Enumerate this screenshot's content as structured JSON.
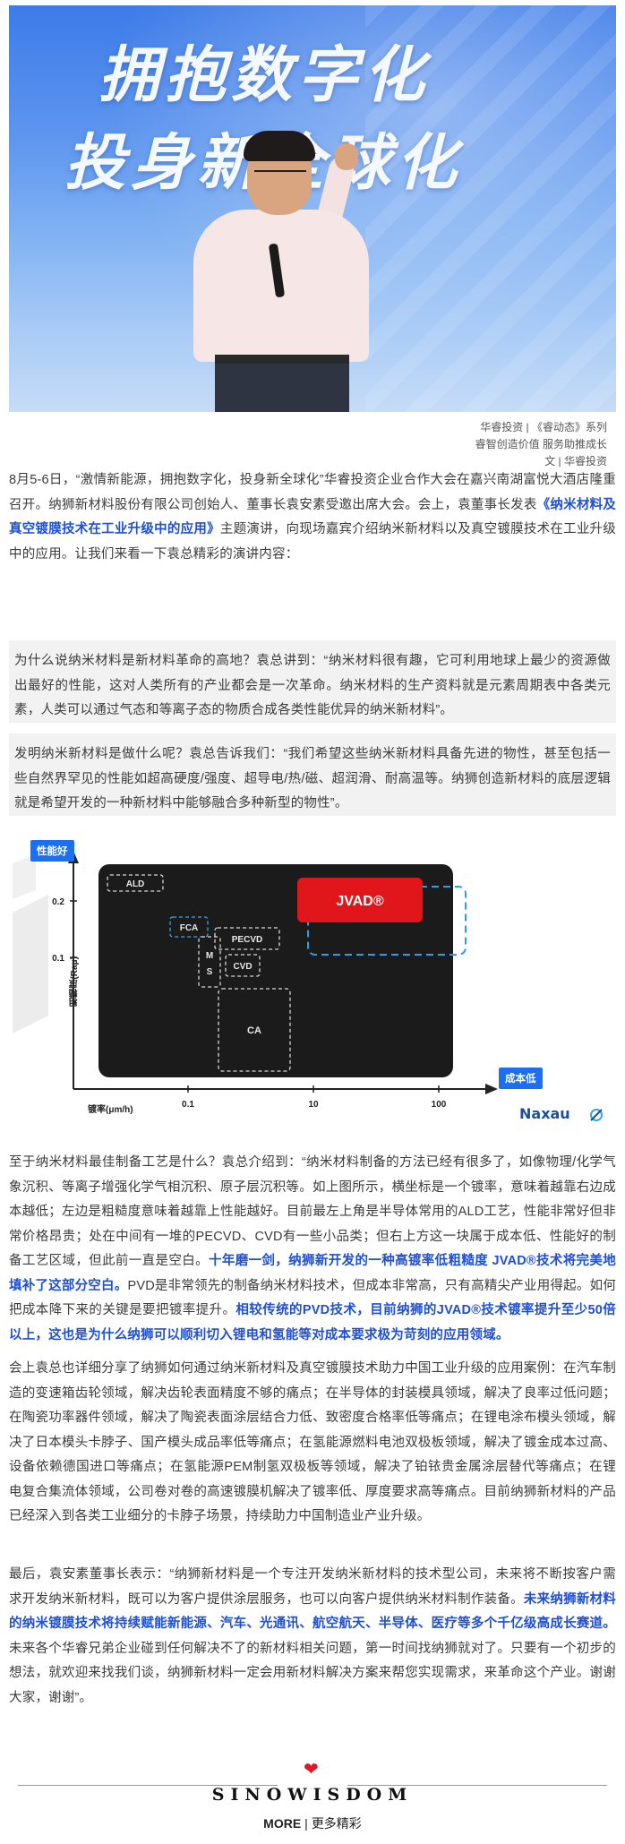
{
  "hero": {
    "line1": "拥抱数字化",
    "line2": "投身新全球化"
  },
  "caption": {
    "line1": "华睿投资 | 《睿动态》系列",
    "line2": "睿智创造价值 服务助推成长",
    "line3": "文 | 华睿投资"
  },
  "intro": {
    "part1": "8月5-6日，“激情新能源，拥抱数字化，投身新全球化”华睿投资企业合作大会在嘉兴南湖富悦大酒店隆重召开。纳狮新材料股份有限公司创始人、董事长袁安素受邀出席大会。会上，袁董事长发表",
    "title_link": "《纳米材料及真空镀膜技术在工业升级中的应用》",
    "part2": "主题演讲，向现场嘉宾介绍纳米新材料以及真空镀膜技术在工业升级中的应用。让我们来看一下袁总精彩的演讲内容："
  },
  "quote1": "为什么说纳米材料是新材料革命的高地？袁总讲到：“纳米材料很有趣，它可利用地球上最少的资源做出最好的性能，这对人类所有的产业都会是一次革命。纳米材料的生产资料就是元素周期表中各类元素，人类可以通过气态和等离子态的物质合成各类性能优异的纳米新材料”。",
  "quote2": "发明纳米新材料是做什么呢？袁总告诉我们：“我们希望这些纳米新材料具备先进的物性，甚至包括一些自然界罕见的性能如超高硬度/强度、超导电/热/磁、超润滑、耐高温等。纳狮创造新材料的底层逻辑就是希望开发的一种新材料中能够融合多种新型的物性”。",
  "chart_data": {
    "type": "scatter",
    "badge_top": "性能好",
    "badge_right": "成本低",
    "ylabel": "粗糙度(Raμ)",
    "xlabel": "镀率(μm/h)",
    "x_scale": "log",
    "x_ticks": [
      "0.1",
      "10",
      "100"
    ],
    "y_ticks": [
      "0.2",
      "0.1"
    ],
    "regions": [
      {
        "name": "ALD"
      },
      {
        "name": "FCA"
      },
      {
        "name": "PECVD"
      },
      {
        "name": "M S"
      },
      {
        "name": "CVD"
      },
      {
        "name": "CA"
      },
      {
        "name": "JVAD®"
      }
    ],
    "logo": "Naxau",
    "colors": {
      "panel": "#1b1b1b",
      "highlight": "#e0161b",
      "accent": "#2a9ee8",
      "badge": "#1d6ff2"
    }
  },
  "p3": {
    "part1": "至于纳米材料最佳制备工艺是什么？袁总介绍到：“纳米材料制备的方法已经有很多了，如像物理/化学气象沉积、等离子增强化学气相沉积、原子层沉积等。如上图所示，横坐标是一个镀率，意味着越靠右边成本越低；左边是粗糙度意味着越靠上性能越好。目前最左上角是半导体常用的ALD工艺，性能非常好但非常价格昂贵；处在中间有一堆的PECVD、CVD有一些小品类；但右上方这一块属于成本低、性能好的制备工艺区域，但此前一直是空白。",
    "hl1": "十年磨一剑，纳狮新开发的一种高镀率低粗糙度 JVAD®技术将完美地填补了这部分空白。",
    "part2": "PVD是非常领先的制备纳米材料技术，但成本非常高，只有高精尖产业用得起。如何把成本降下来的关键是要把镀率提升。",
    "hl2": "相较传统的PVD技术，目前纳狮的JVAD®技术镀率提升至少50倍以上，这也是为什么纳狮可以顺利切入锂电和氢能等对成本要求极为苛刻的应用领域。"
  },
  "p4": "会上袁总也详细分享了纳狮如何通过纳米新材料及真空镀膜技术助力中国工业升级的应用案例：在汽车制造的变速箱齿轮领域，解决齿轮表面精度不够的痛点；在半导体的封装模具领域，解决了良率过低问题；在陶瓷功率器件领域，解决了陶瓷表面涂层结合力低、致密度合格率低等痛点；在锂电涂布模头领域，解决了日本模头卡脖子、国产模头成品率低等痛点；在氢能源燃料电池双极板领域，解决了镀金成本过高、设备依赖德国进口等痛点；在氢能源PEM制氢双极板等领域，解决了铂铱贵金属涂层替代等痛点；在锂电复合集流体领域，公司卷对卷的高速镀膜机解决了镀率低、厚度要求高等痛点。目前纳狮新材料的产品已经深入到各类工业细分的卡脖子场景，持续助力中国制造业产业升级。",
  "p5": {
    "part1": "最后，袁安素董事长表示：“纳狮新材料是一个专注开发纳米新材料的技术型公司，未来将不断按客户需求开发纳米新材料，既可以为客户提供涂层服务，也可以向客户提供纳米材料制作装备。",
    "hl": "未来纳狮新材料的纳米镀膜技术将持续赋能新能源、汽车、光通讯、航空航天、半导体、医疗等多个千亿级高成长赛道。",
    "part2": "未来各个华睿兄弟企业碰到任何解决不了的新材料相关问题，第一时间找纳狮就对了。只要有一个初步的想法，就欢迎来找我们谈，纳狮新材料一定会用新材料解决方案来帮您实现需求，来革命这个产业。谢谢大家，谢谢”。"
  },
  "footer": {
    "brand": "SINOWISDOM",
    "more": "MORE",
    "separator": "|",
    "more_label": "更多精彩"
  }
}
